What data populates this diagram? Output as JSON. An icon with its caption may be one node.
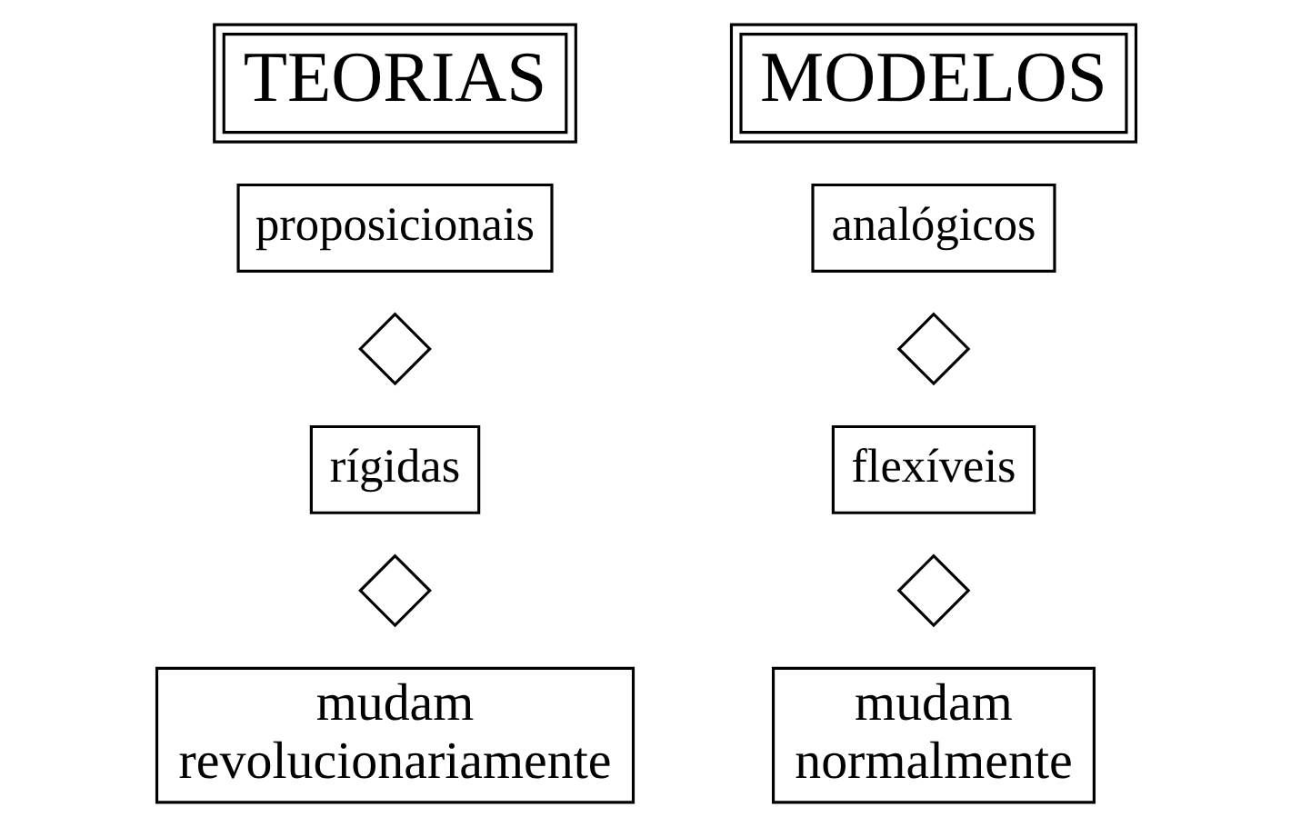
{
  "diagram": {
    "nodes": [
      {
        "text": [
          "TEORIAS"
        ]
      },
      {
        "text": [
          "proposicionais"
        ]
      },
      {
        "text": [],
        "shape": "diamond"
      },
      {
        "text": [
          "rígidas"
        ]
      },
      {
        "text": [],
        "shape": "diamond"
      },
      {
        "text": [
          "mudam revolucionariamente"
        ]
      },
      {
        "text": [
          "MODELOS"
        ]
      },
      {
        "text": [
          "analógicos"
        ]
      },
      {
        "text": [],
        "shape": "diamond"
      },
      {
        "text": [
          "flexíveis"
        ]
      },
      {
        "text": [],
        "shape": "diamond"
      },
      {
        "text": [
          "mudam normalmente"
        ]
      }
    ]
  }
}
